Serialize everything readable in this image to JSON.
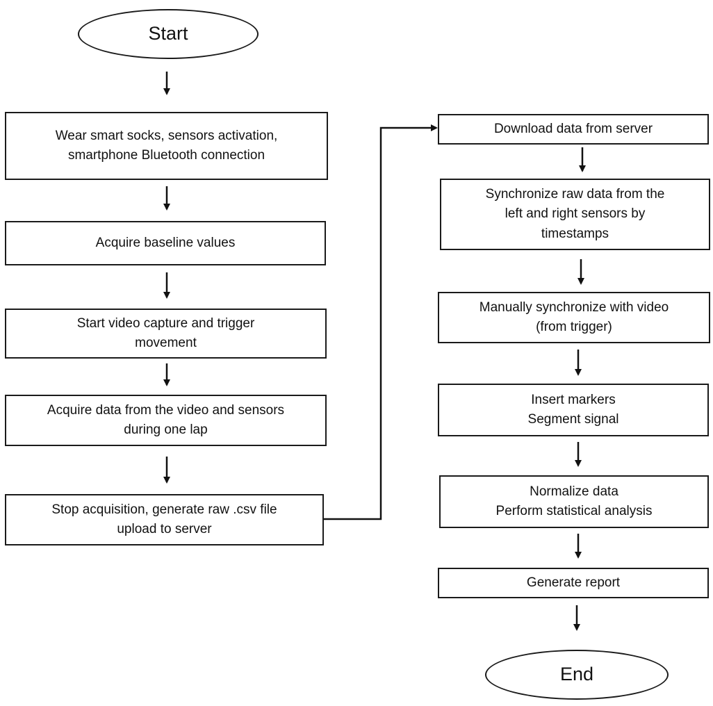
{
  "flowchart": {
    "terminals": {
      "start": "Start",
      "end": "End"
    },
    "left_steps": [
      "Wear smart socks, sensors activation,\nsmartphone Bluetooth connection",
      "Acquire baseline values",
      "Start video capture and trigger\nmovement",
      "Acquire data from the video and sensors\nduring one lap",
      "Stop acquisition, generate raw .csv file\nupload to server"
    ],
    "right_steps": [
      "Download data from server",
      "Synchronize raw data from the\nleft and right sensors by\ntimestamps",
      "Manually synchronize with video\n(from trigger)",
      "Insert markers\nSegment signal",
      "Normalize data\nPerform statistical analysis",
      "Generate report"
    ]
  }
}
